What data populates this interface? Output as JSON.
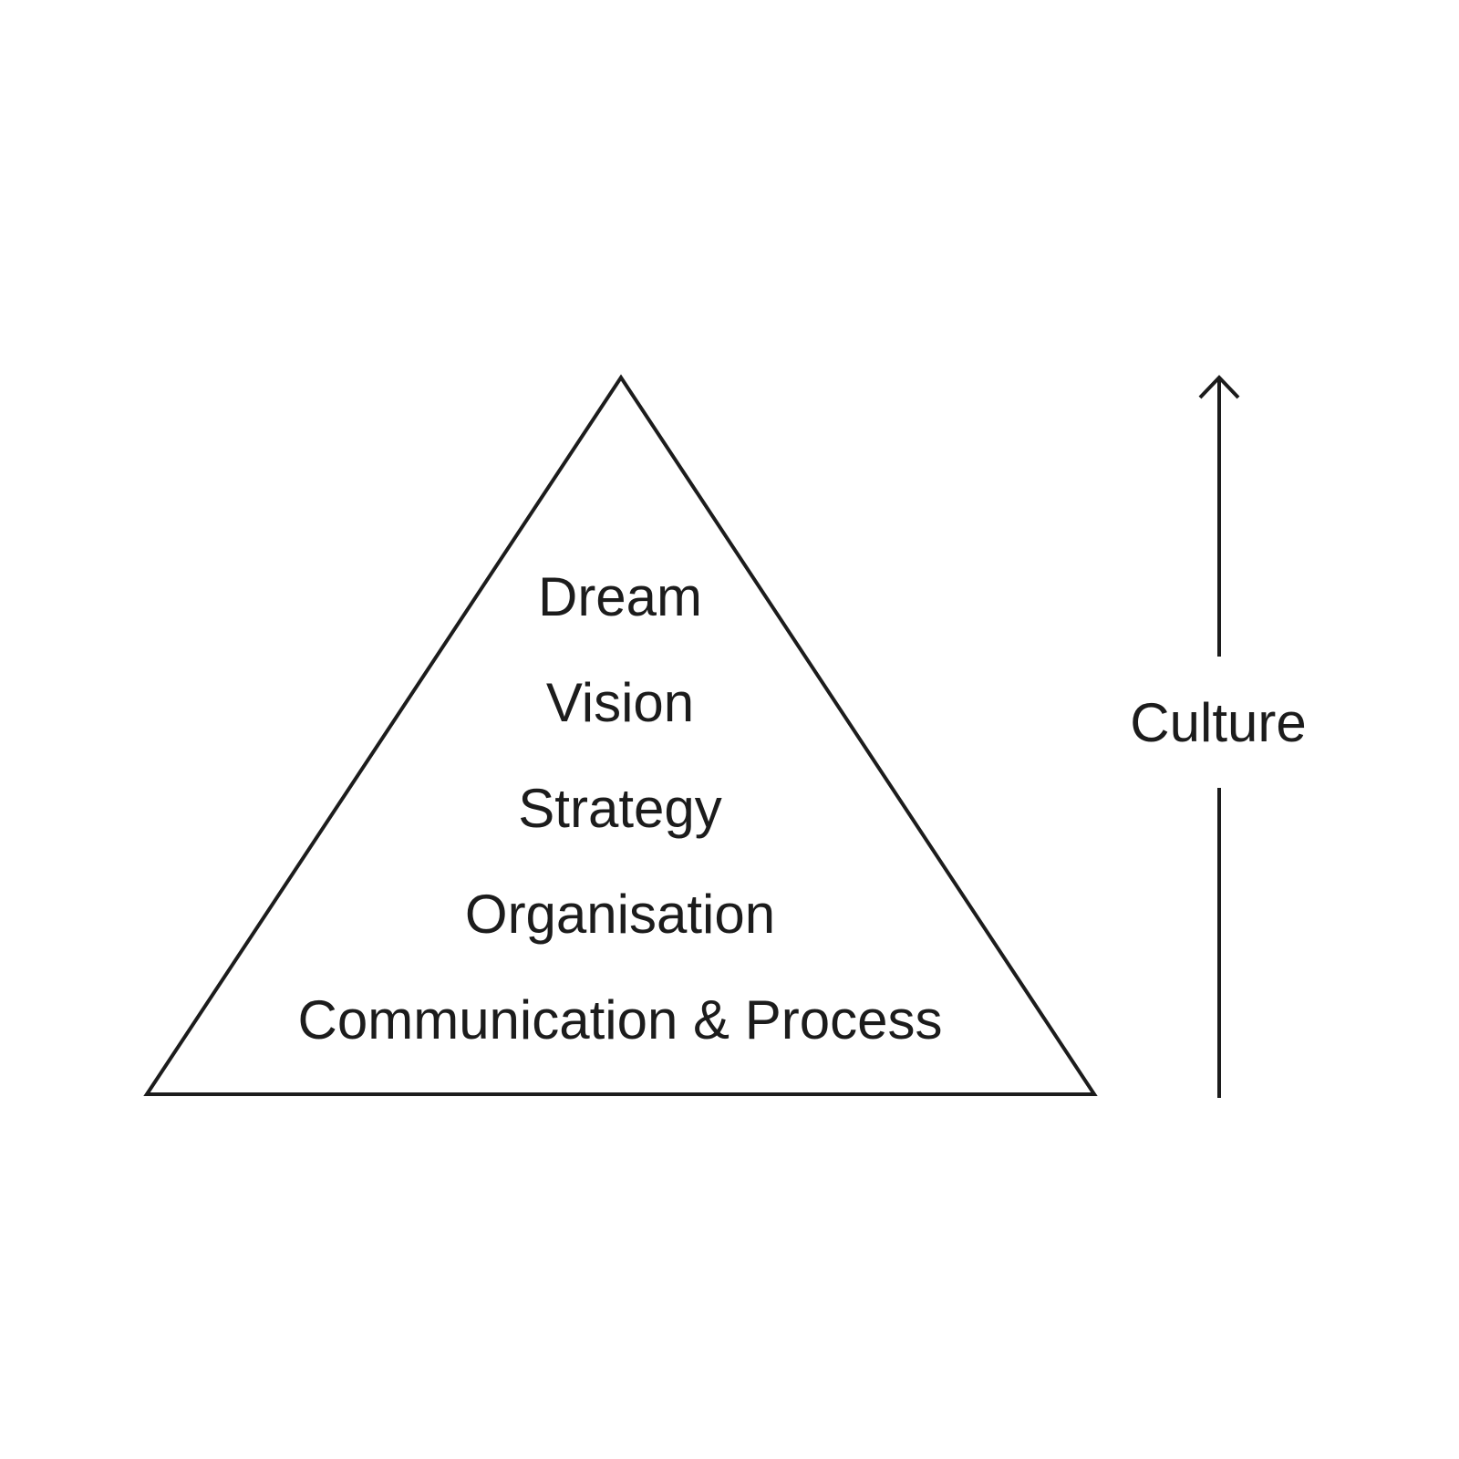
{
  "colors": {
    "background": "#ffffff",
    "ink": "#1c1c1c"
  },
  "pyramid": {
    "levels": [
      "Dream",
      "Vision",
      "Strategy",
      "Organisation",
      "Communication & Process"
    ]
  },
  "culture": {
    "label": "Culture",
    "arrow_icon": "up-arrow-icon"
  }
}
